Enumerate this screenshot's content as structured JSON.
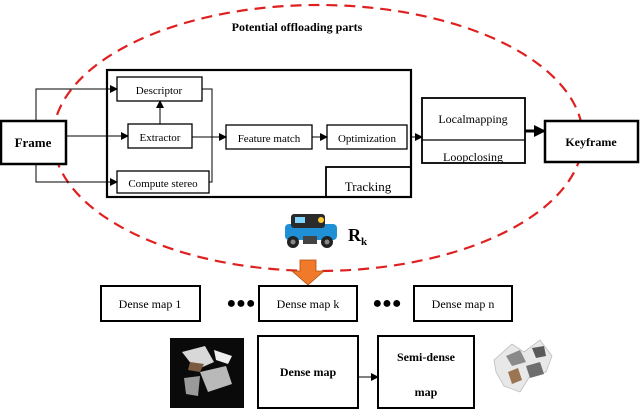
{
  "header": {
    "title": "Potential offloading parts"
  },
  "pipeline": {
    "frame": "Frame",
    "descriptor": "Descriptor",
    "extractor": "Extractor",
    "compute_stereo": "Compute stereo",
    "feature_match": "Feature match",
    "optimization": "Optimization",
    "tracking": "Tracking",
    "localmapping": "Localmapping",
    "loopclosing": "Loopclosing",
    "keyframe": "Keyframe"
  },
  "robot": {
    "label_main": "R",
    "label_sub": "k"
  },
  "dense_maps": {
    "map_1": "Dense map 1",
    "map_k": "Dense map k",
    "map_n": "Dense map n",
    "ellipsis": "●●●"
  },
  "merge": {
    "dense_map": "Dense map",
    "semi_dense_line1": "Semi-dense",
    "semi_dense_line2": "map"
  },
  "colors": {
    "dashed_ellipse": "#e02020",
    "down_arrow": "#f07a2a",
    "robot_body": "#1f8fd6",
    "box_stroke": "#000000"
  }
}
